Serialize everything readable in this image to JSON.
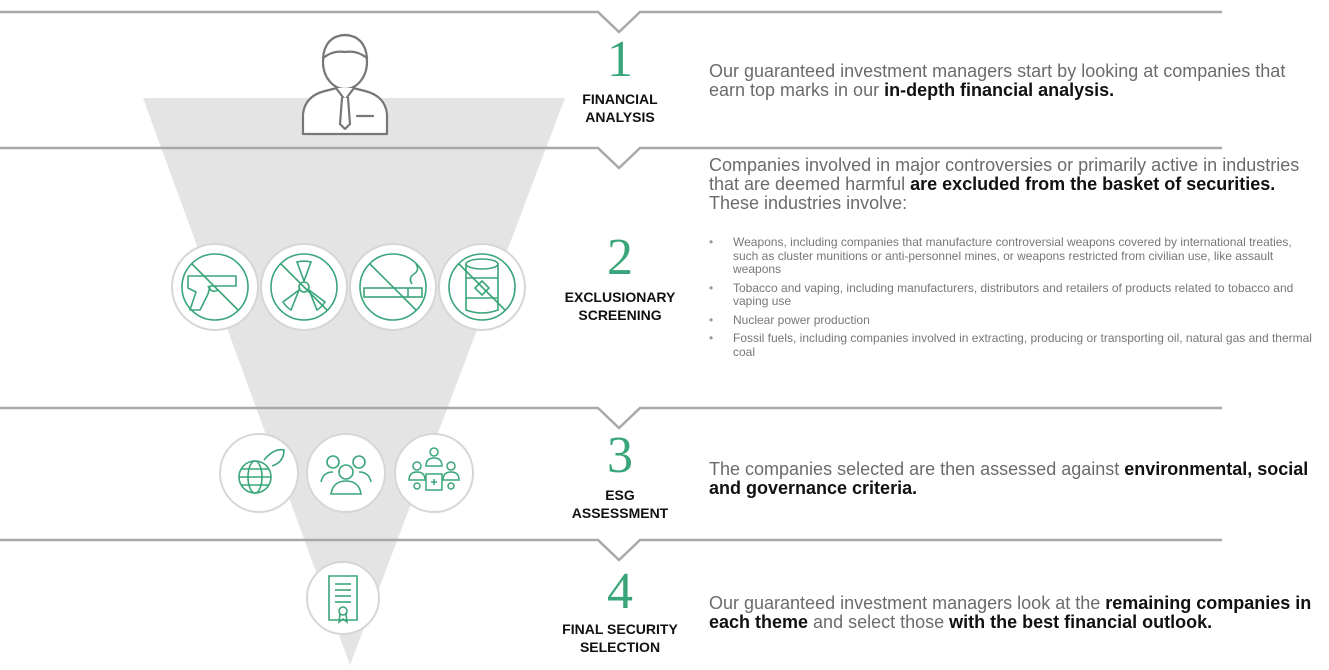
{
  "colors": {
    "accent": "#3aa57a",
    "funnel": "#e4e4e4",
    "divider": "#a7a7a7"
  },
  "steps": [
    {
      "number": "1",
      "title_line1": "FINANCIAL",
      "title_line2": "ANALYSIS",
      "desc": [
        {
          "text": "Our guaranteed investment managers start by looking at companies that earn top marks in our ",
          "bold": false
        },
        {
          "text": "in-depth financial analysis.",
          "bold": true
        }
      ],
      "icons": [
        "businessman-icon"
      ]
    },
    {
      "number": "2",
      "title_line1": "EXCLUSIONARY",
      "title_line2": "SCREENING",
      "desc": [
        {
          "text": "Companies involved in major controversies or primarily active in industries that are deemed harmful ",
          "bold": false
        },
        {
          "text": "are excluded from the basket of securities.",
          "bold": true
        },
        {
          "text": " These industries involve:",
          "bold": false
        }
      ],
      "bullets": [
        "Weapons, including companies that manufacture controversial weapons covered by international treaties, such as cluster munitions or anti-personnel mines, or weapons restricted from civilian use, like assault weapons",
        "Tobacco and vaping, including manufacturers, distributors and retailers of products related to tobacco and vaping use",
        "Nuclear power production",
        "Fossil fuels, including companies involved in extracting, producing or transporting oil, natural gas and thermal coal"
      ],
      "icons": [
        "no-gun-icon",
        "no-nuclear-icon",
        "no-cigarette-icon",
        "no-oil-barrel-icon"
      ]
    },
    {
      "number": "3",
      "title_line1": "ESG",
      "title_line2": "ASSESSMENT",
      "desc": [
        {
          "text": "The companies selected are then assessed against ",
          "bold": false
        },
        {
          "text": "environmental, social and governance criteria.",
          "bold": true
        }
      ],
      "icons": [
        "globe-leaf-icon",
        "people-group-icon",
        "governance-board-icon"
      ]
    },
    {
      "number": "4",
      "title_line1": "FINAL SECURITY",
      "title_line2": "SELECTION",
      "desc": [
        {
          "text": "Our guaranteed investment managers look at the ",
          "bold": false
        },
        {
          "text": "remaining companies in each theme",
          "bold": true
        },
        {
          "text": " and select those ",
          "bold": false
        },
        {
          "text": "with the best financial outlook.",
          "bold": true
        }
      ],
      "icons": [
        "certificate-icon"
      ]
    }
  ]
}
